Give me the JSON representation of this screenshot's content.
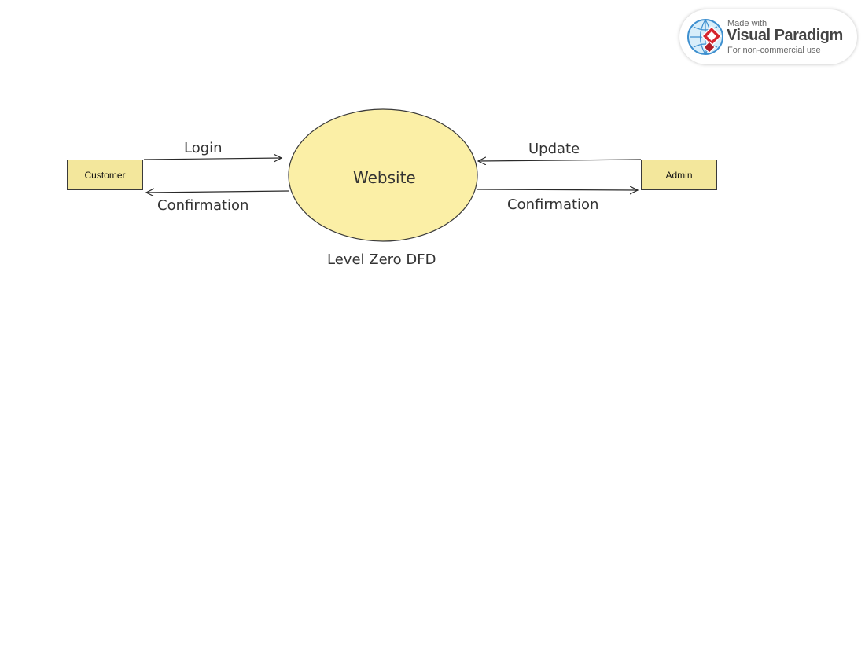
{
  "diagram": {
    "process": "Website",
    "entities": {
      "customer": "Customer",
      "admin": "Admin"
    },
    "flows": {
      "login": "Login",
      "confirmation_to_customer": "Confirmation",
      "update": "Update",
      "confirmation_to_admin": "Confirmation"
    },
    "caption": "Level Zero DFD"
  },
  "badge": {
    "line1": "Made with",
    "line2": "Visual Paradigm",
    "line3": "For non-commercial use",
    "logo_icon": "visual-paradigm-logo-icon"
  },
  "colors": {
    "entity_fill": "#f3e79c",
    "process_fill": "#fbefa6",
    "stroke": "#3a3a3a"
  }
}
